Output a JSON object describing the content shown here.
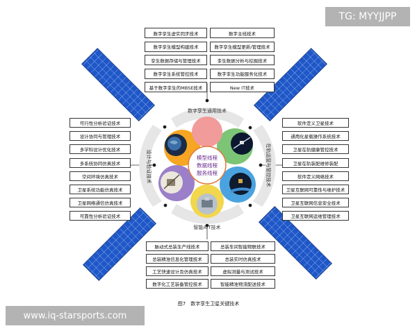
{
  "watermarks": {
    "top_right": "TG: MYYJJPP",
    "bottom_left": "www.iq-starsports.com"
  },
  "center": {
    "lines": [
      "模型线程",
      "数据线程",
      "服务线程"
    ]
  },
  "ring_labels": {
    "top": "数字孪生通用技术",
    "bottom": "智能AIT技术",
    "left": "设计与验证技术",
    "right": "在轨运营与管控技术"
  },
  "groups": {
    "top_left": [
      "数字孪生虚实同步技术",
      "数字孪生模型构建技术",
      "孪生数据存储与管理技术",
      "数字孪生系统管控技术",
      "基于数字孪生的MBSE技术"
    ],
    "top_right": [
      "数字主线技术",
      "数字孪生模型更新/管理技术",
      "孪生数据分析与挖掘技术",
      "数字孪生功能服务化技术",
      "New IT技术"
    ],
    "left": [
      "可行性分析验证技术",
      "设计协同与管理技术",
      "多学科设计优化技术",
      "多系统协同仿真技术",
      "空间环境仿真技术",
      "卫星系统功能仿真技术",
      "卫星网络通信仿真技术",
      "可靠性分析验证技术"
    ],
    "right": [
      "软件定义卫星技术",
      "通用化星载操作系统技术",
      "卫星在轨健康管控技术",
      "卫星在轨装配维修装配",
      "软件定义网络技术",
      "卫星互联网可靠性与维护技术",
      "卫星互联网信息安全技术",
      "卫星互联网运维管理技术"
    ],
    "bottom_left": [
      "脉动式总装生产线技术",
      "总装精准信息化管理技术",
      "工艺快速设计及仿真技术",
      "数字化工艺装备管控技术"
    ],
    "bottom_right": [
      "总装车间智能物联技术",
      "总装实时仿真技术",
      "虚拟测量与测试技术",
      "智能精准物流配送技术"
    ]
  },
  "caption": "图7　数字孪生卫星关键技术",
  "colors": {
    "panel_blue": "#1f57c8",
    "ring_grey": "#e6e6e6",
    "petal_orange": "#f6a623",
    "petal_green": "#7cc576",
    "petal_blue": "#4aa3df",
    "petal_purple": "#9b7fc9",
    "petal_yellow": "#f2d64b",
    "center_border": "#e07a3a"
  }
}
